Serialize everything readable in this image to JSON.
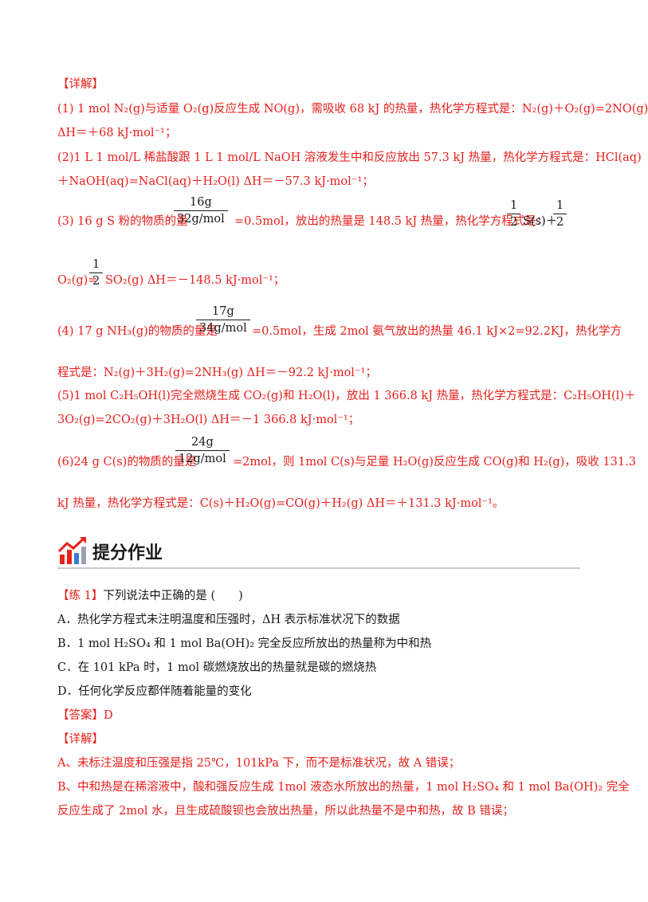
{
  "detail_header": "【详解】",
  "q1_line1": "(1) 1 mol N₂(g)与适量 O₂(g)反应生成 NO(g)，需吸收 68 kJ 的热量，热化学方程式是：N₂(g)＋O₂(g)=2NO(g)",
  "q1_line2": "ΔH＝＋68 kJ·mol⁻¹；",
  "q2_line1": "(2)1 L 1 mol/L 稀盐酸跟 1 L 1 mol/L NaOH 溶液发生中和反应放出 57.3 kJ 热量，热化学方程式是：HCl(aq)",
  "q2_line2": "＋NaOH(aq)=NaCl(aq)＋H₂O(l) ΔH＝－57.3 kJ·mol⁻¹；",
  "q3_prefix": "(3) 16 g S 粉的物质的量",
  "q3_frac_num": "16g",
  "q3_frac_den": "32g/mol",
  "q3_suffix": "=0.5mol，放出的热量是  148.5 kJ 热量，热化学方程式是：",
  "half_num": "1",
  "half_den": "2",
  "q3_ss": "S(s)＋",
  "q3_line2_prefix": "O₂(g)=",
  "q3_line2_suffix": "SO₂(g) ΔH＝－148.5 kJ·mol⁻¹；",
  "q4_prefix": "(4) 17 g NH₃(g)的物质的量是",
  "q4_frac_num": "17g",
  "q4_frac_den": "34g/mol",
  "q4_suffix": "=0.5mol，生成 2mol 氨气放出的热量 46.1 kJ×2=92.2KJ，热化学方",
  "q4_line2": "程式是：N₂(g)＋3H₂(g)=2NH₃(g) ΔH＝－92.2 kJ·mol⁻¹；",
  "q5_line1": "(5)1 mol C₂H₅OH(l)完全燃烧生成 CO₂(g)和 H₂O(l)，放出 1 366.8 kJ 热量，热化学方程式是：C₂H₅OH(l)＋",
  "q5_line2": "3O₂(g)=2CO₂(g)＋3H₂O(l) ΔH＝－1 366.8 kJ·mol⁻¹；",
  "q6_prefix": "(6)24 g C(s)的物质的量是",
  "q6_frac_num": "24g",
  "q6_frac_den": "12g/mol",
  "q6_suffix": "=2mol，则 1mol C(s)与足量 H₂O(g)反应生成 CO(g)和 H₂(g)，吸收 131.3",
  "q6_line2": "kJ 热量，热化学方程式是：C(s)＋H₂O(g)=CO(g)＋H₂(g) ΔH＝＋131.3 kJ·mol⁻¹。",
  "section_title": "提分作业",
  "ex_label": "【练 1】",
  "ex_question": "下列说法中正确的是 (　　)",
  "option_a": "A．热化学方程式未注明温度和压强时，ΔH 表示标准状况下的数据",
  "option_b": "B．1 mol H₂SO₄ 和 1 mol Ba(OH)₂ 完全反应所放出的热量称为中和热",
  "option_c": "C．在 101 kPa 时，1 mol 碳燃烧放出的热量就是碳的燃烧热",
  "option_d": "D．任何化学反应都伴随着能量的变化",
  "answer_label": "【答案】",
  "answer_value": "D",
  "detail_header_2": "【详解】",
  "exp_a": "A、未标注温度和压强是指 25℃，101kPa 下，而不是标准状况，故 A 错误；",
  "exp_b_line1": "B、中和热是在稀溶液中，酸和强反应生成 1mol 液态水所放出的热量，1 mol H₂SO₄ 和 1 mol Ba(OH)₂ 完全",
  "exp_b_line2": "反应生成了 2mol 水，且生成硫酸钡也会放出热量，所以此热量不是中和热，故 B 错误；",
  "colors": {
    "red": "#e8201c",
    "black": "#1a1a1a",
    "rule": "#c9c9c9",
    "icon_red": "#e8201c",
    "icon_blue": "#3a7bd5",
    "icon_gray": "#9aa3b0"
  }
}
